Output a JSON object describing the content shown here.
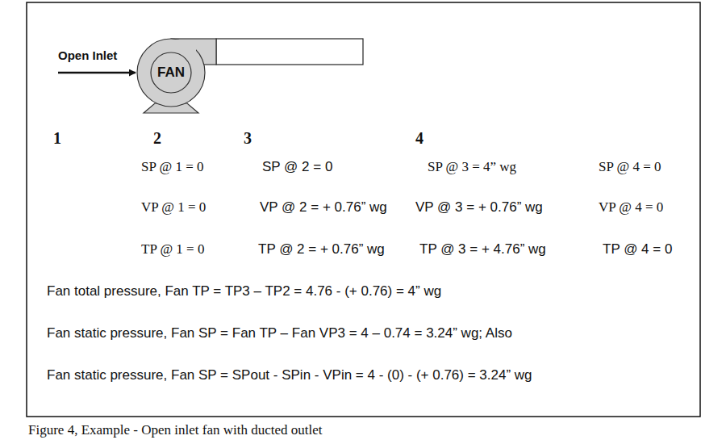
{
  "diagram": {
    "caption": "Figure 4, Example - Open inlet fan with ducted outlet",
    "nodes": [
      {
        "text": [
          "FAN"
        ]
      }
    ],
    "labels": [
      "Open Inlet",
      "1",
      "2",
      "3",
      "4",
      "SP @ 1 = 0",
      "SP @ 2 = 0",
      "SP @ 3 = 4” wg",
      "SP @ 4 = 0",
      "VP @ 1 = 0",
      "VP @ 2 = + 0.76” wg",
      "VP @ 3 = + 0.76” wg",
      "VP @ 4 = 0",
      "TP @ 1 = 0",
      "TP @ 2 = + 0.76” wg",
      "TP @ 3 = + 4.76” wg",
      "TP @ 4 = 0",
      "Fan total pressure, Fan TP = TP3 – TP2 = 4.76 - (+ 0.76) = 4” wg",
      "Fan static pressure, Fan SP = Fan TP – Fan VP3 = 4 – 0.74 = 3.24” wg; Also",
      "Fan static pressure, Fan SP = SPout - SPin - VPin = 4 - (0) - (+ 0.76) = 3.24” wg"
    ]
  }
}
